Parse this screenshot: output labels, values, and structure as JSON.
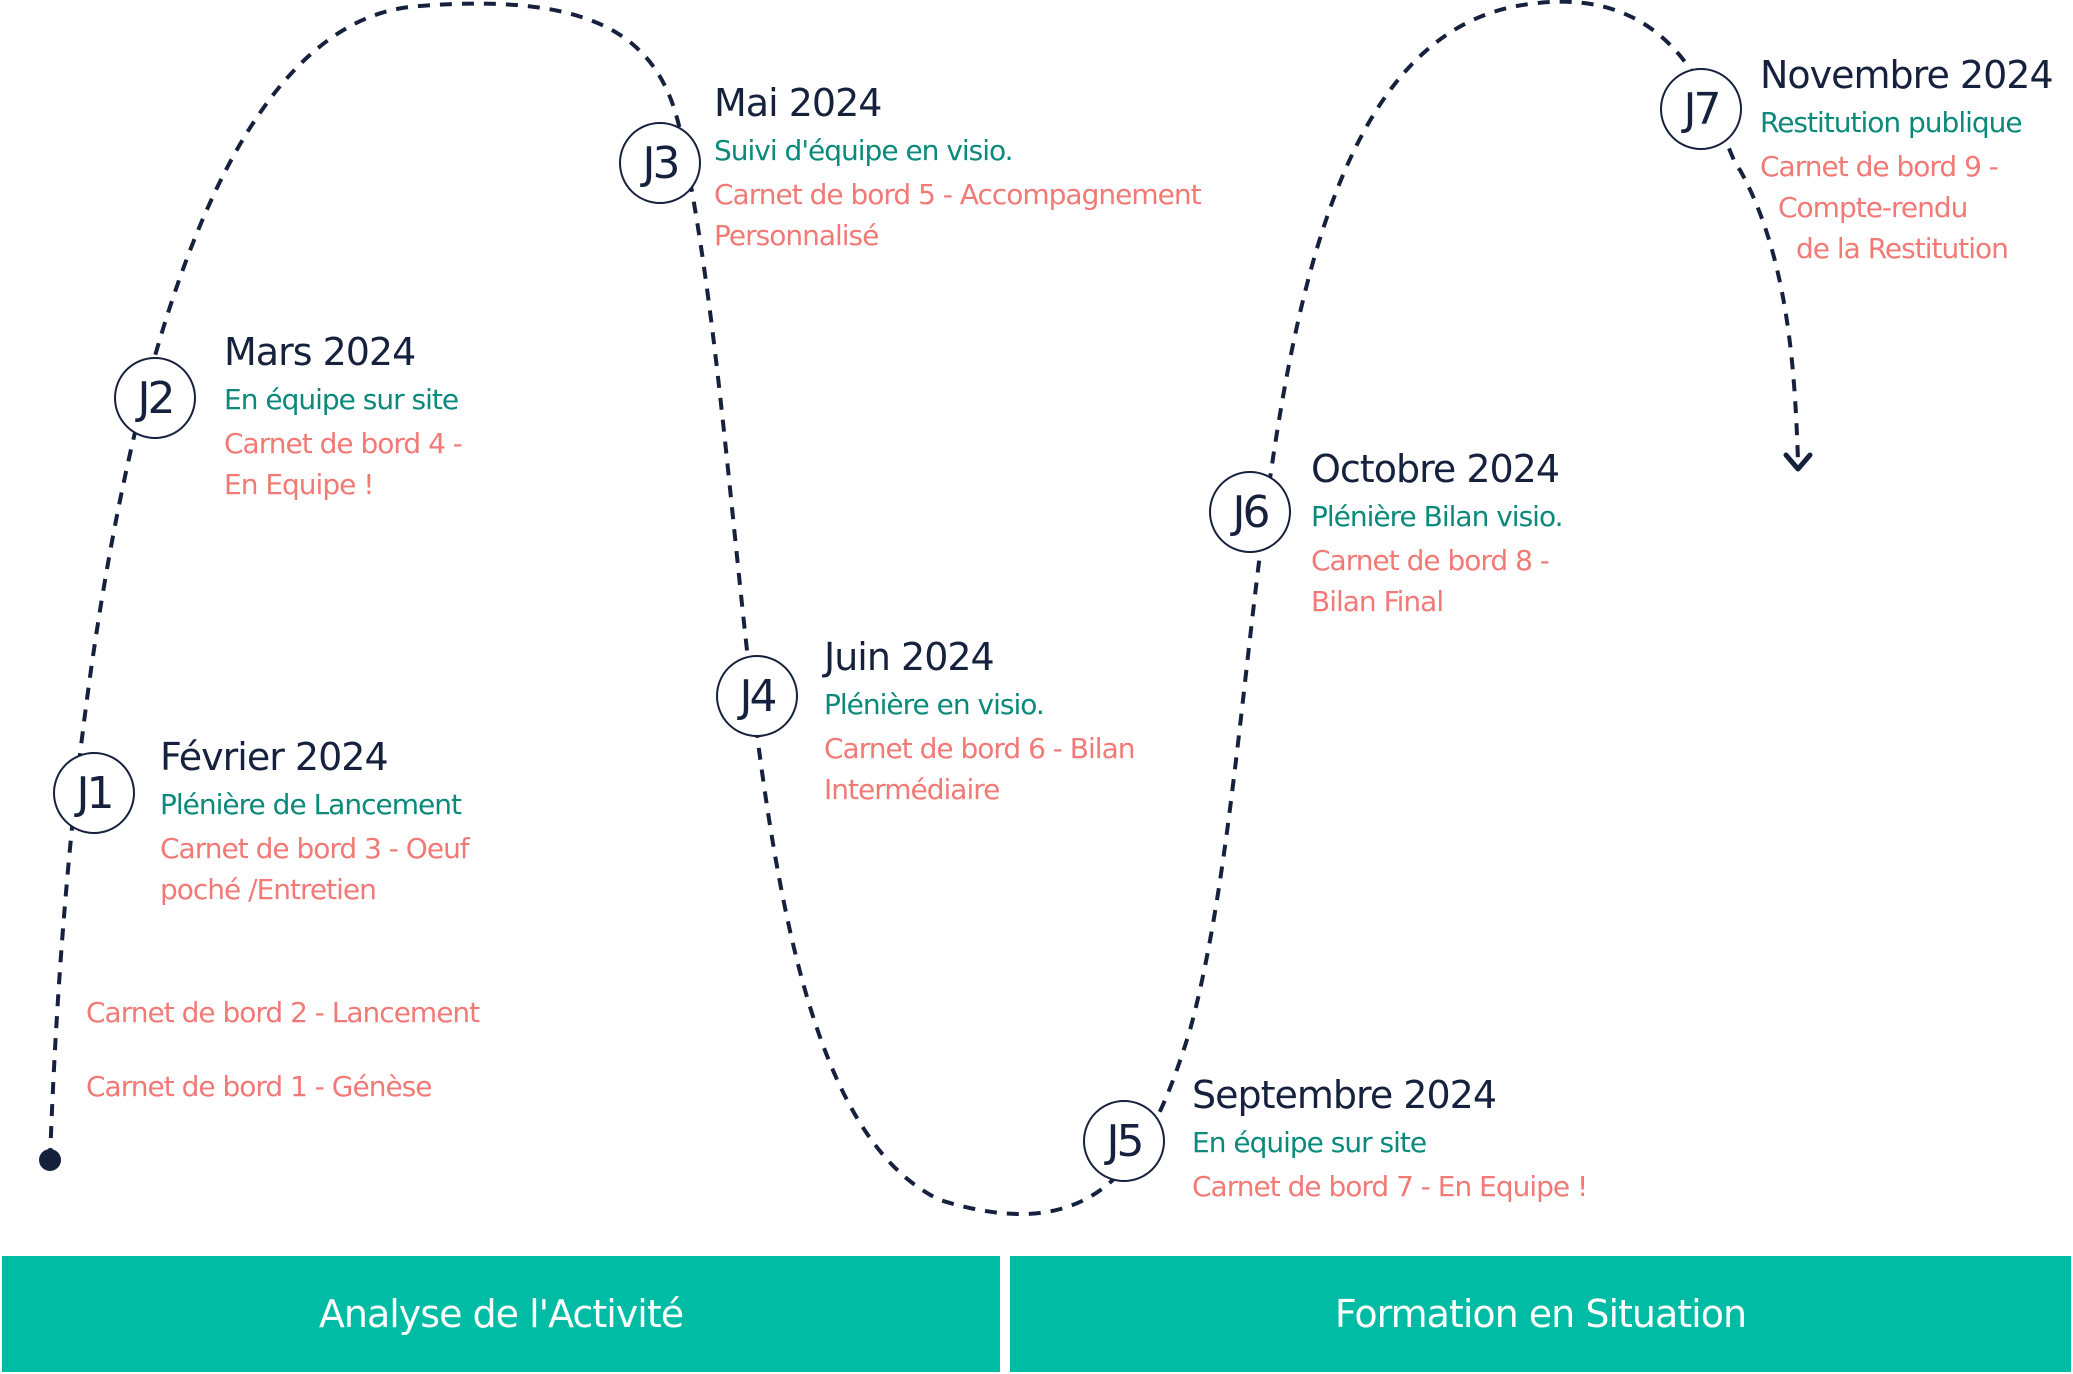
{
  "colors": {
    "navy": "#16213d",
    "teal": "#0b8a7b",
    "coral": "#f27a76",
    "phase_bg": "#00bca4"
  },
  "milestones": [
    {
      "id": "J1",
      "month": "Février 2024",
      "type": "Plénière de Lancement",
      "notes": [
        "Carnet de bord 3 - Oeuf",
        "poché /Entretien"
      ]
    },
    {
      "id": "J2",
      "month": "Mars 2024",
      "type": "En équipe sur site",
      "notes": [
        "Carnet de bord 4 -",
        "En Equipe !"
      ]
    },
    {
      "id": "J3",
      "month": "Mai 2024",
      "type": "Suivi d'équipe en visio.",
      "notes": [
        "Carnet de bord 5 - Accompagnement",
        "Personnalisé"
      ]
    },
    {
      "id": "J4",
      "month": "Juin 2024",
      "type": "Plénière en visio.",
      "notes": [
        "Carnet de bord 6 - Bilan",
        "Intermédiaire"
      ]
    },
    {
      "id": "J5",
      "month": "Septembre 2024",
      "type": "En équipe sur site",
      "notes": [
        "Carnet de bord 7 - En Equipe !"
      ]
    },
    {
      "id": "J6",
      "month": "Octobre 2024",
      "type": "Plénière Bilan visio.",
      "notes": [
        "Carnet de bord 8 -",
        "Bilan Final"
      ]
    },
    {
      "id": "J7",
      "month": "Novembre 2024",
      "type": "Restitution publique",
      "notes": [
        "Carnet de bord 9 -",
        "Compte-rendu",
        "de la Restitution"
      ]
    }
  ],
  "early_notes": [
    "Carnet de bord 2 - Lancement",
    "Carnet de bord 1 - Génèse"
  ],
  "phases": [
    "Analyse de l'Activité",
    "Formation en Situation"
  ]
}
